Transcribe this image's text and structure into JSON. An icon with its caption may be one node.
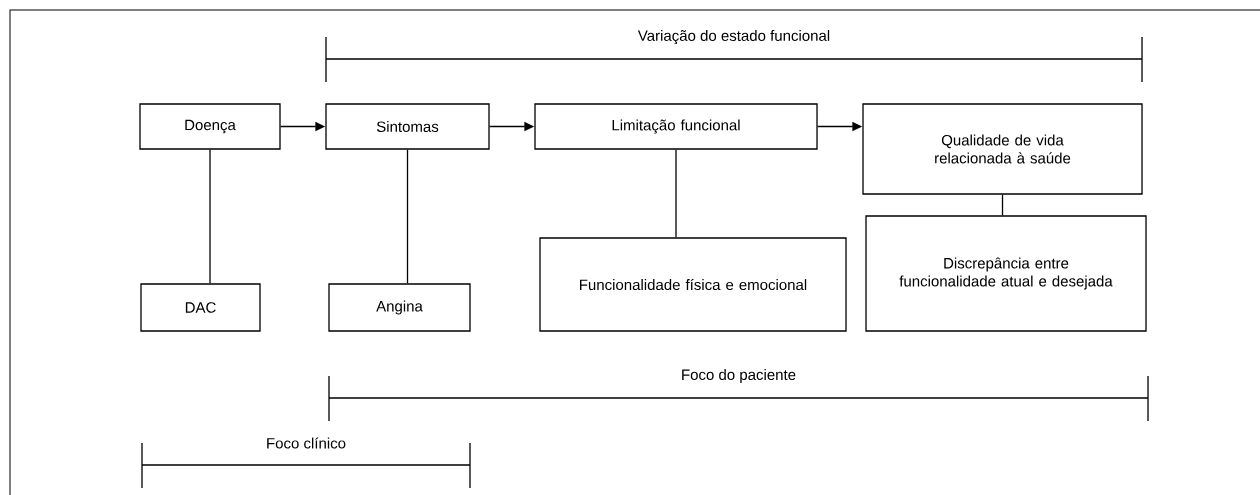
{
  "diagram": {
    "nodes": [
      {
        "text": [
          "Doença"
        ]
      },
      {
        "text": [
          "Sintomas"
        ]
      },
      {
        "text": [
          "Limitação funcional"
        ]
      },
      {
        "text": [
          "Qualidade de vida relacionada à saúde"
        ]
      },
      {
        "text": [
          "Funcionalidade física e emocional"
        ]
      },
      {
        "text": [
          "Discrepância entre funcionalidade atual e desejada"
        ]
      },
      {
        "text": [
          "DAC"
        ]
      },
      {
        "text": [
          "Angina"
        ]
      }
    ],
    "edges": [
      {
        "from": 0,
        "to": 1,
        "arrow": "to"
      },
      {
        "from": 1,
        "to": 2,
        "arrow": "to"
      },
      {
        "from": 2,
        "to": 3,
        "arrow": "to"
      },
      {
        "from": 0,
        "to": 6,
        "arrow": "none"
      },
      {
        "from": 1,
        "to": 7,
        "arrow": "none"
      },
      {
        "from": 2,
        "to": 4,
        "arrow": "none"
      },
      {
        "from": 3,
        "to": 5,
        "arrow": "none"
      }
    ],
    "labels": [
      "Variação do estado funcional",
      "Foco do paciente",
      "Foco clínico"
    ]
  }
}
